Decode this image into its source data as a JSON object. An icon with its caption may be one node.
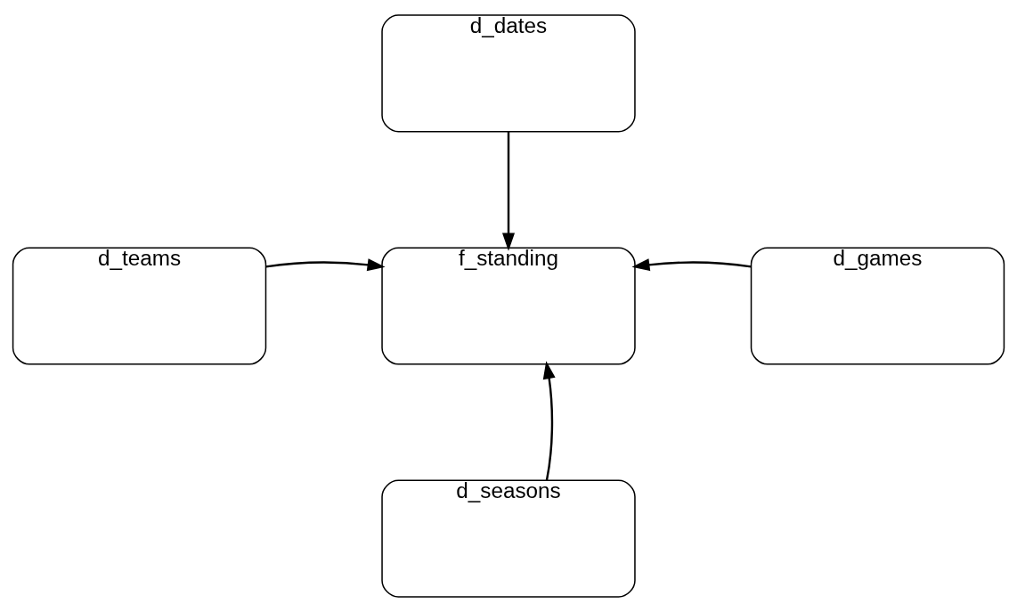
{
  "diagram": {
    "nodes": [
      {
        "text": [
          "d_dates"
        ]
      },
      {
        "text": [
          "d_teams"
        ]
      },
      {
        "text": [
          "f_standing"
        ]
      },
      {
        "text": [
          "d_games"
        ]
      },
      {
        "text": [
          "d_seasons"
        ]
      }
    ],
    "edges": [
      {
        "from": 0,
        "to": 2,
        "arrow": "to"
      },
      {
        "from": 1,
        "to": 2,
        "arrow": "to"
      },
      {
        "from": 3,
        "to": 2,
        "arrow": "to"
      },
      {
        "from": 4,
        "to": 2,
        "arrow": "to"
      }
    ]
  }
}
